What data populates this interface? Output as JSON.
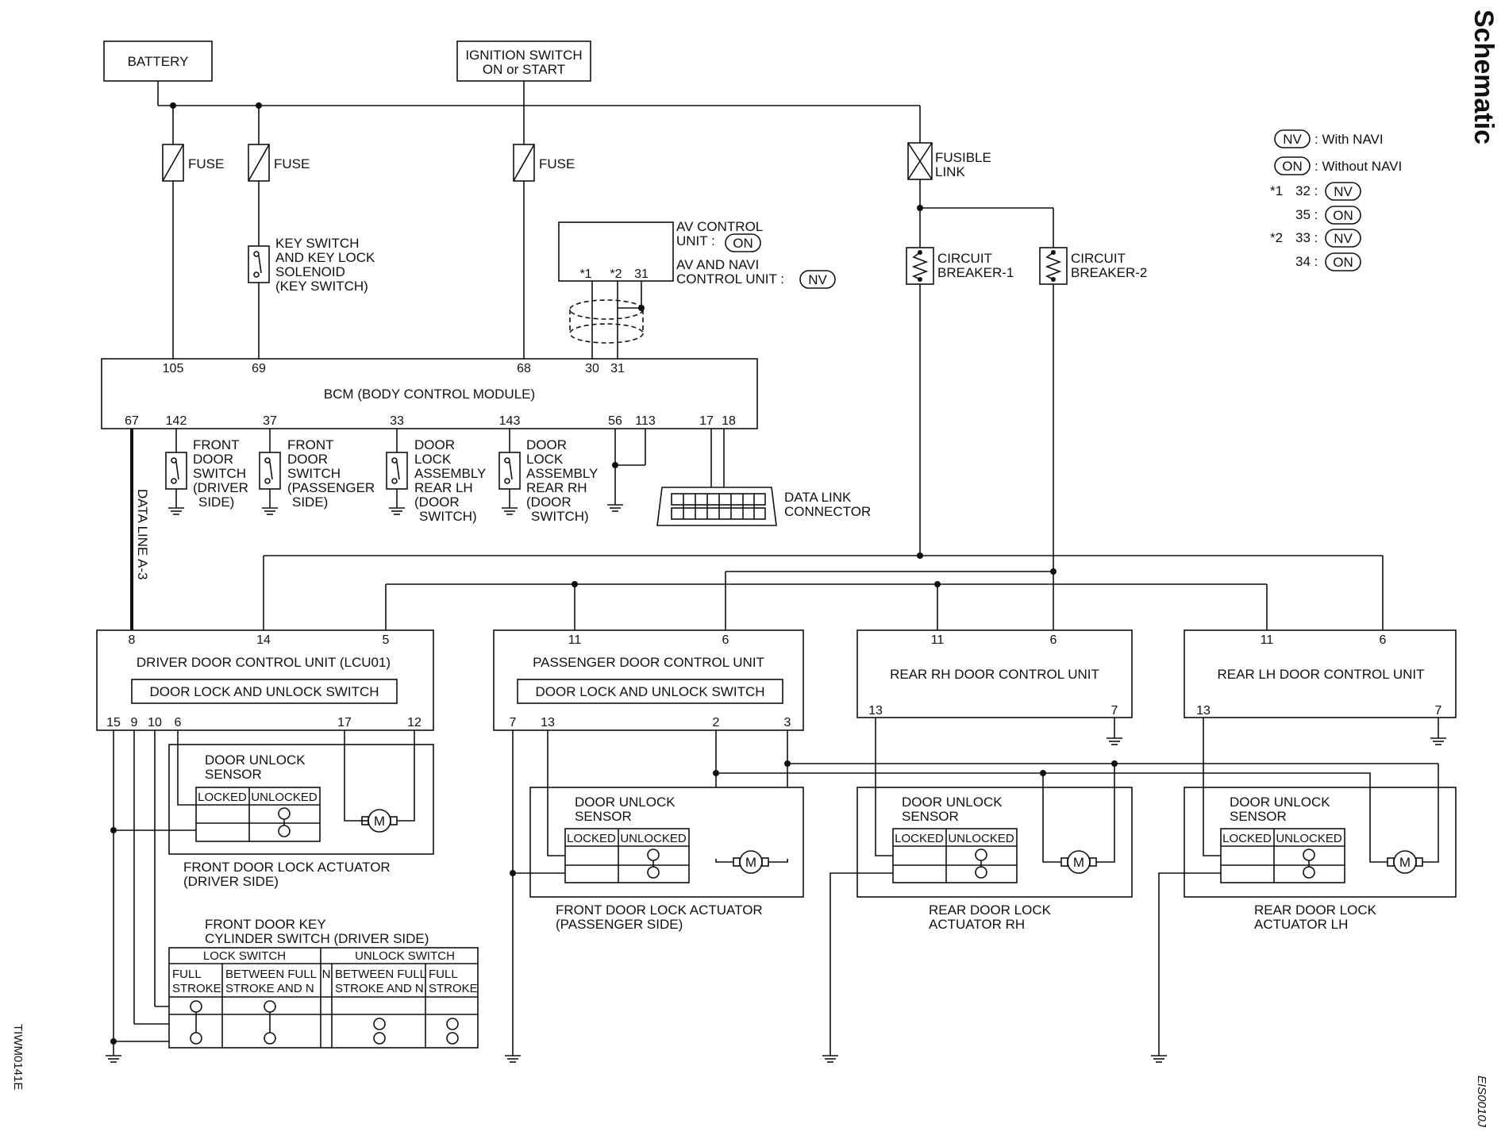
{
  "sidebar_title": "Schematic",
  "side_code_left": "TIWM0141E",
  "side_code_right": "EIS0010J",
  "legend": {
    "nv_tag": "NV",
    "nv_text": ": With NAVI",
    "on_tag": "ON",
    "on_text": ": Without NAVI",
    "star1": "*1",
    "star2": "*2",
    "p32": "32 :",
    "p35": "35 :",
    "p33": "33 :",
    "p34": "34 :"
  },
  "power": {
    "battery": "BATTERY",
    "ignition_l1": "IGNITION SWITCH",
    "ignition_l2": "ON or START",
    "fuse": "FUSE",
    "fusible_l1": "FUSIBLE",
    "fusible_l2": "LINK",
    "cb1_l1": "CIRCUIT",
    "cb1_l2": "BREAKER-1",
    "cb2_l1": "CIRCUIT",
    "cb2_l2": "BREAKER-2"
  },
  "key_switch": [
    "KEY SWITCH",
    "AND KEY LOCK",
    "SOLENOID",
    "(KEY SWITCH)"
  ],
  "av_unit": {
    "l1": "AV CONTROL",
    "l2": "UNIT :",
    "l3": "AV AND NAVI",
    "l4": "CONTROL UNIT :",
    "pin_s1": "*1",
    "pin_s2": "*2",
    "pin_31": "31"
  },
  "bcm": {
    "title": "BCM (BODY CONTROL MODULE)",
    "top_pins": [
      "105",
      "69",
      "68",
      "30",
      "31"
    ],
    "bottom_pins": [
      "67",
      "142",
      "37",
      "33",
      "143",
      "56",
      "113",
      "17",
      "18"
    ]
  },
  "bcm_devices": {
    "fds_driver": [
      "FRONT",
      "DOOR",
      "SWITCH",
      "(DRIVER",
      "SIDE)"
    ],
    "fds_pass": [
      "FRONT",
      "DOOR",
      "SWITCH",
      "(PASSENGER",
      "SIDE)"
    ],
    "dla_lh": [
      "DOOR",
      "LOCK",
      "ASSEMBLY",
      "REAR LH",
      "(DOOR",
      "SWITCH)"
    ],
    "dla_rh": [
      "DOOR",
      "LOCK",
      "ASSEMBLY",
      "REAR RH",
      "(DOOR",
      "SWITCH)"
    ],
    "dlc": [
      "DATA LINK",
      "CONNECTOR"
    ],
    "data_line": "DATA LINE A-3"
  },
  "units": {
    "driver": {
      "title": "DRIVER DOOR CONTROL UNIT (LCU01)",
      "switch": "DOOR LOCK AND UNLOCK SWITCH",
      "top_pins": [
        "8",
        "14",
        "5"
      ],
      "bottom_pins": [
        "15",
        "9",
        "10",
        "6",
        "17",
        "12"
      ]
    },
    "passenger": {
      "title": "PASSENGER DOOR CONTROL UNIT",
      "switch": "DOOR LOCK AND UNLOCK SWITCH",
      "top_pins": [
        "11",
        "6"
      ],
      "bottom_pins": [
        "7",
        "13",
        "2",
        "3"
      ]
    },
    "rear_rh": {
      "title": "REAR RH DOOR CONTROL UNIT",
      "top_pins": [
        "11",
        "6"
      ],
      "bottom_pins": [
        "13",
        "7"
      ]
    },
    "rear_lh": {
      "title": "REAR LH DOOR CONTROL UNIT",
      "top_pins": [
        "11",
        "6"
      ],
      "bottom_pins": [
        "13",
        "7"
      ]
    }
  },
  "actuators": {
    "sensor_l1": "DOOR UNLOCK",
    "sensor_l2": "SENSOR",
    "locked": "LOCKED",
    "unlocked": "UNLOCKED",
    "motor": "M",
    "driver": [
      "FRONT DOOR LOCK ACTUATOR",
      "(DRIVER SIDE)"
    ],
    "passenger": [
      "FRONT DOOR LOCK ACTUATOR",
      "(PASSENGER SIDE)"
    ],
    "rear_rh": [
      "REAR DOOR LOCK",
      "ACTUATOR RH"
    ],
    "rear_lh": [
      "REAR DOOR LOCK",
      "ACTUATOR LH"
    ]
  },
  "key_cylinder": {
    "title_l1": "FRONT DOOR KEY",
    "title_l2": "CYLINDER SWITCH (DRIVER SIDE)",
    "lock_switch": "LOCK SWITCH",
    "unlock_switch": "UNLOCK SWITCH",
    "full": "FULL",
    "stroke": "STROKE",
    "between_full": "BETWEEN FULL",
    "stroke_and_n": "STROKE AND N",
    "n": "N"
  }
}
